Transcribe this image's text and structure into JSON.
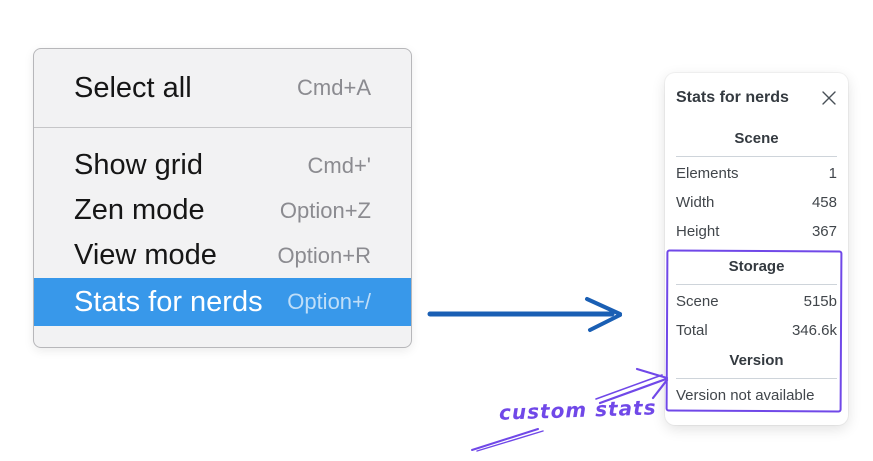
{
  "colors": {
    "menu_highlight": "#3898ea",
    "menu_background": "#f2f2f3",
    "arrow_blue": "#1a5fb4",
    "annotation_purple": "#7048e8"
  },
  "menu": {
    "items": [
      {
        "label": "Select all",
        "shortcut": "Cmd+A",
        "selected": false
      },
      {
        "label": "Show grid",
        "shortcut": "Cmd+'",
        "selected": false
      },
      {
        "label": "Zen mode",
        "shortcut": "Option+Z",
        "selected": false
      },
      {
        "label": "View mode",
        "shortcut": "Option+R",
        "selected": false
      },
      {
        "label": "Stats for nerds",
        "shortcut": "Option+/",
        "selected": true
      }
    ]
  },
  "stats_panel": {
    "title": "Stats for nerds",
    "close_icon": "x-icon",
    "sections": [
      {
        "header": "Scene",
        "rows": [
          {
            "label": "Elements",
            "value": "1"
          },
          {
            "label": "Width",
            "value": "458"
          },
          {
            "label": "Height",
            "value": "367"
          }
        ]
      },
      {
        "header": "Storage",
        "highlighted": true,
        "rows": [
          {
            "label": "Scene",
            "value": "515b"
          },
          {
            "label": "Total",
            "value": "346.6k"
          }
        ]
      },
      {
        "header": "Version",
        "highlighted": true,
        "note": "Version not available"
      }
    ]
  },
  "annotation": {
    "label": "custom stats"
  }
}
